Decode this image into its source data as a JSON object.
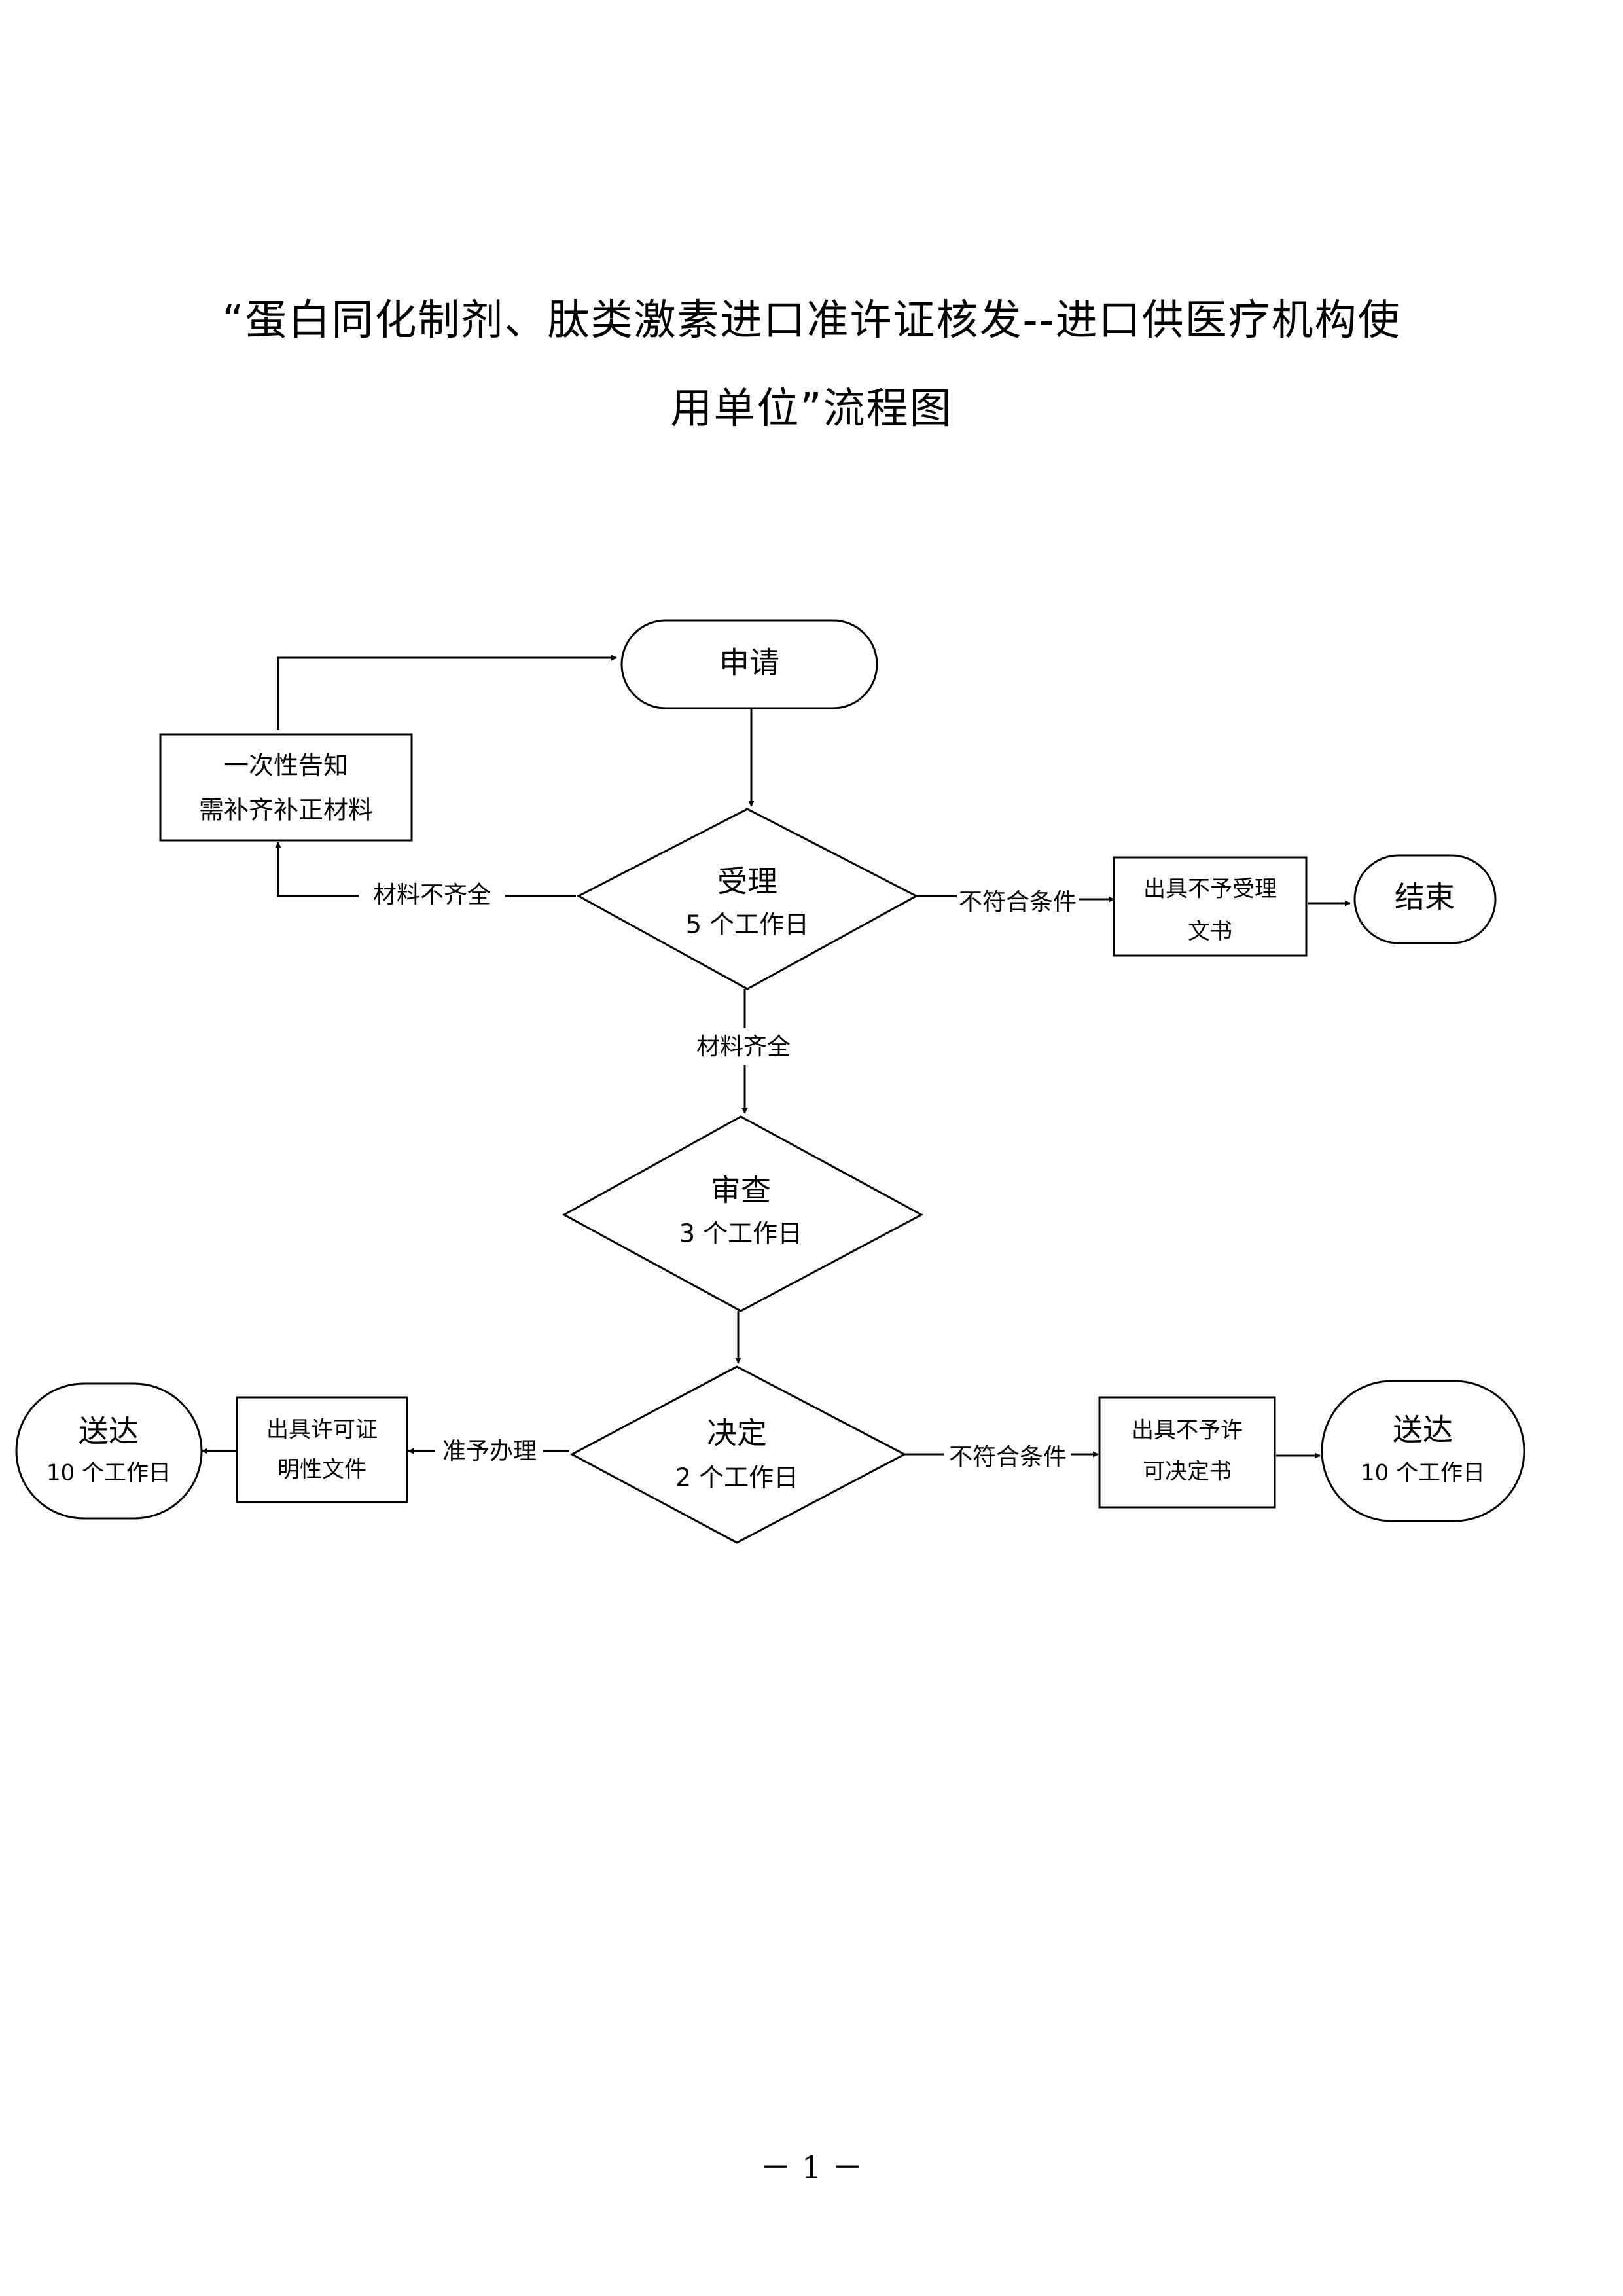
{
  "document": {
    "title_line_1": "“蛋白同化制剂、肽类激素进口准许证核发--进口供医疗机构使",
    "title_line_2": "用单位”流程图",
    "page_number": "－ 1 －"
  },
  "flowchart": {
    "nodes": {
      "apply": {
        "label": "申请"
      },
      "notify": {
        "line1": "一次性告知",
        "line2": "需补齐补正材料"
      },
      "accept": {
        "label": "受理",
        "duration": "5 个工作日"
      },
      "reject_notice": {
        "line1": "出具不予受理",
        "line2": "文书"
      },
      "end": {
        "label": "结束"
      },
      "review": {
        "label": "审查",
        "duration": "3 个工作日"
      },
      "decide": {
        "label": "决定",
        "duration": "2 个工作日"
      },
      "permit_doc": {
        "line1": "出具许可证",
        "line2": "明性文件"
      },
      "deliver_left": {
        "label": "送达",
        "duration": "10 个工作日"
      },
      "deny_doc": {
        "line1": "出具不予许",
        "line2": "可决定书"
      },
      "deliver_right": {
        "label": "送达",
        "duration": "10 个工作日"
      }
    },
    "edges": {
      "incomplete": "材料不齐全",
      "accept_noncompliant": "不符合条件",
      "complete": "材料齐全",
      "approve": "准予办理",
      "decide_noncompliant": "不符合条件"
    }
  }
}
